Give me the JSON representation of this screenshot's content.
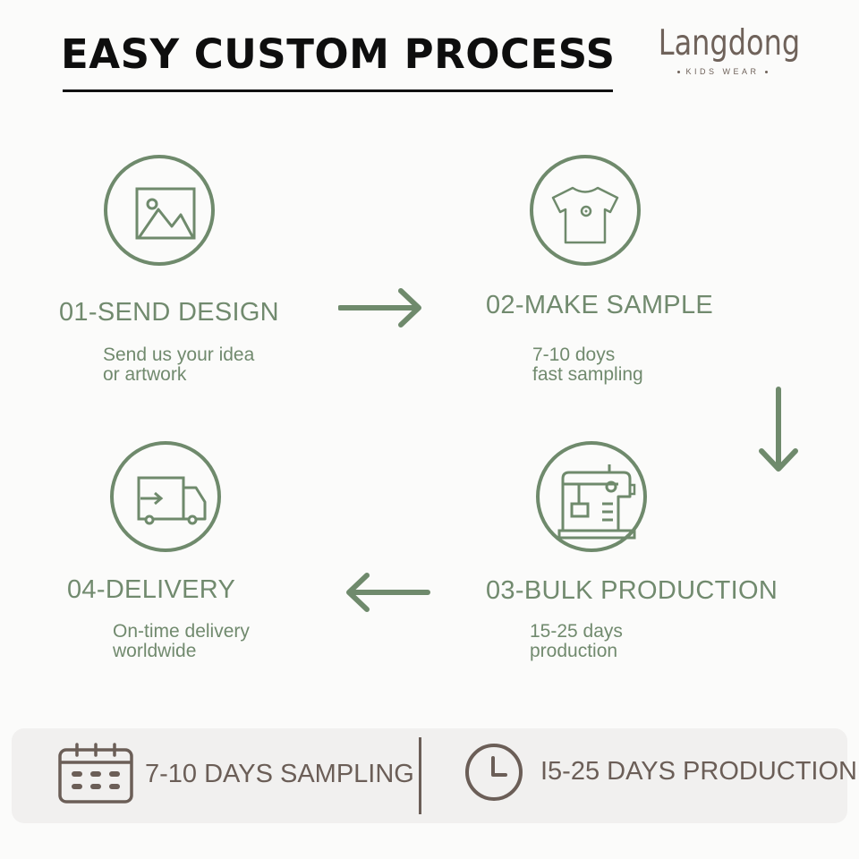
{
  "header": {
    "title": "EASY CUSTOM PROCESS",
    "brand_name": "Langdong",
    "brand_sub": "KIDS WEAR"
  },
  "steps": [
    {
      "title": "01-SEND DESIGN",
      "desc_line1": "Send us your idea",
      "desc_line2": "or artwork",
      "icon": "image-icon"
    },
    {
      "title": "02-MAKE SAMPLE",
      "desc_line1": "7-10 doys",
      "desc_line2": "fast sampling",
      "icon": "tshirt-icon"
    },
    {
      "title": "03-BULK PRODUCTION",
      "desc_line1": "15-25 days",
      "desc_line2": "production",
      "icon": "sewing-machine-icon"
    },
    {
      "title": "04-DELIVERY",
      "desc_line1": "On-time delivery",
      "desc_line2": "worldwide",
      "icon": "delivery-truck-icon"
    }
  ],
  "footer": {
    "left_text": "7-10 DAYS SAMPLING",
    "left_icon": "calendar-icon",
    "right_text": "I5-25 DAYS PRODUCTION",
    "right_icon": "clock-icon"
  },
  "colors": {
    "accent": "#6f8a6c",
    "brown": "#6b5e57",
    "title": "#0e0e0e",
    "background": "#fbfbfa"
  }
}
